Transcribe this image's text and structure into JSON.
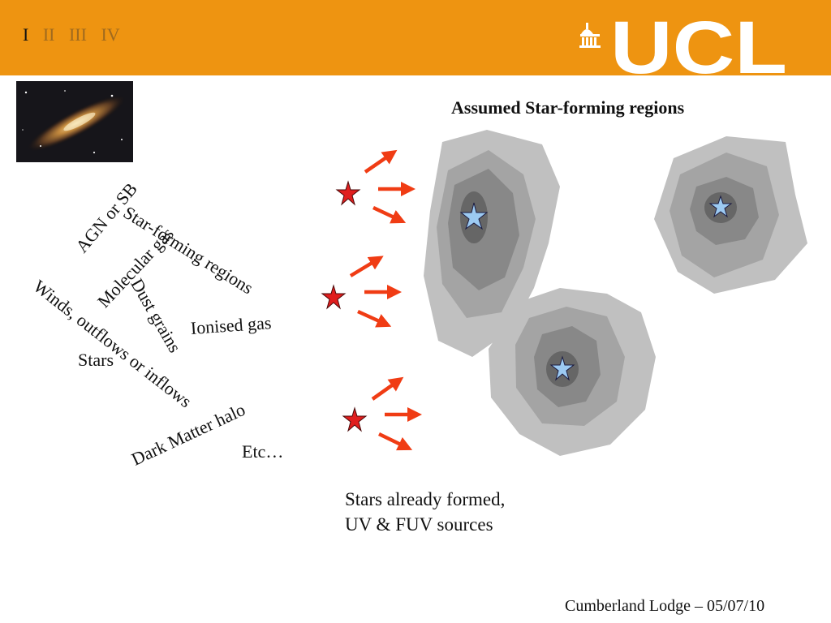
{
  "nav": {
    "items": [
      "I",
      "II",
      "III",
      "IV"
    ],
    "active_index": 0
  },
  "logo": {
    "text": "UCL",
    "icon": "portico-icon"
  },
  "colors": {
    "header": "#ee9411",
    "cloud_outer": "#c0c0c0",
    "cloud_mid": "#a4a4a4",
    "cloud_inner": "#888888",
    "cloud_core": "#666666",
    "star_red": "#e01e1e",
    "star_blue": "#9ccaf2",
    "arrow": "#f03c14"
  },
  "title": "Assumed Star-forming regions",
  "components": [
    "AGN or SB",
    "Star-forming regions",
    "Molecular gas",
    "Dust grains",
    "Winds, outflows or inflows",
    "Ionised gas",
    "Stars",
    "Dark Matter halo",
    "Etc…"
  ],
  "caption": {
    "line1": "Stars already formed,",
    "line2": "UV & FUV sources"
  },
  "footer": "Cumberland Lodge – 05/07/10"
}
